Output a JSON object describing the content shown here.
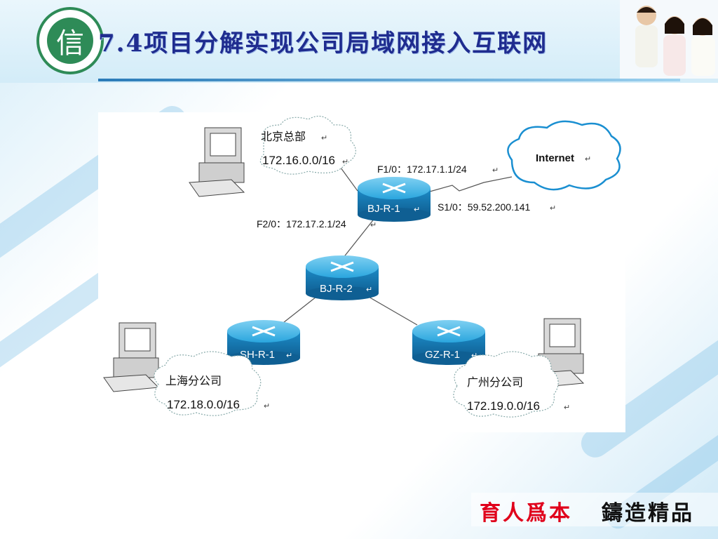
{
  "title": "7.4项目分解实现公司局域网接入互联网",
  "slogan": {
    "left": "育人爲本",
    "right": "鑄造精品"
  },
  "colors": {
    "title": "#1f2c8f",
    "router": "#1a8fd1",
    "slogan_red": "#e0001b"
  },
  "diagram": {
    "sites": [
      {
        "name": "北京总部",
        "network": "172.16.0.0/16"
      },
      {
        "name": "上海分公司",
        "network": "172.18.0.0/16"
      },
      {
        "name": "广州分公司",
        "network": "172.19.0.0/16"
      }
    ],
    "routers": [
      {
        "name": "BJ-R-1"
      },
      {
        "name": "BJ-R-2"
      },
      {
        "name": "SH-R-1"
      },
      {
        "name": "GZ-R-1"
      }
    ],
    "interfaces": {
      "f1": "F1/0：172.17.1.1/24",
      "f2": "F2/0：172.17.2.1/24",
      "s1": "S1/0：59.52.200.141"
    },
    "cloud": "Internet",
    "return_mark": "↵"
  }
}
